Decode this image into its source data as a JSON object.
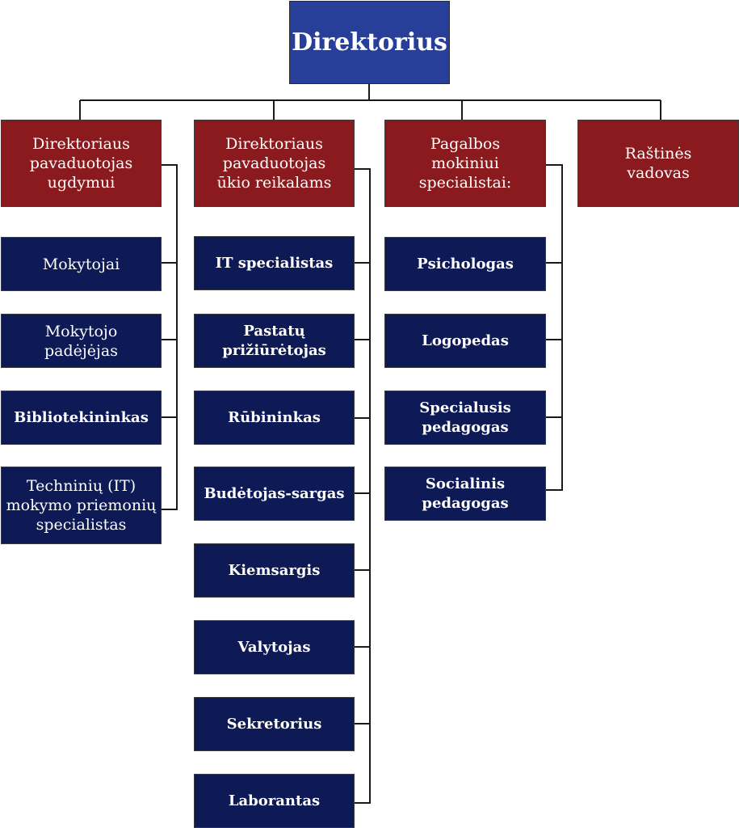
{
  "chart": {
    "root": "Direktorius",
    "branches": [
      {
        "head": "Direktoriaus pavaduotojas ugdymui",
        "children": [
          "Mokytojai",
          "Mokytojo padėjėjas",
          "Bibliotekininkas",
          "Techninių (IT) mokymo priemonių specialistas"
        ]
      },
      {
        "head": "Direktoriaus pavaduotojas ūkio reikalams",
        "children": [
          "IT specialistas",
          "Pastatų prižiūrėtojas",
          "Rūbininkas",
          "Budėtojas-sargas",
          "Kiemsargis",
          "Valytojas",
          "Sekretorius",
          "Laborantas"
        ]
      },
      {
        "head": "Pagalbos mokiniui specialistai:",
        "children": [
          "Psichologas",
          "Logopedas",
          "Specialusis pedagogas",
          "Socialinis pedagogas"
        ]
      },
      {
        "head": "Raštinės vadovas",
        "children": []
      }
    ]
  },
  "colors": {
    "root_fill": "#283f99",
    "head_fill": "#8a1a1d",
    "node_fill": "#0d1a55",
    "text": "#ffffff",
    "connector": "#1a1a1a"
  }
}
